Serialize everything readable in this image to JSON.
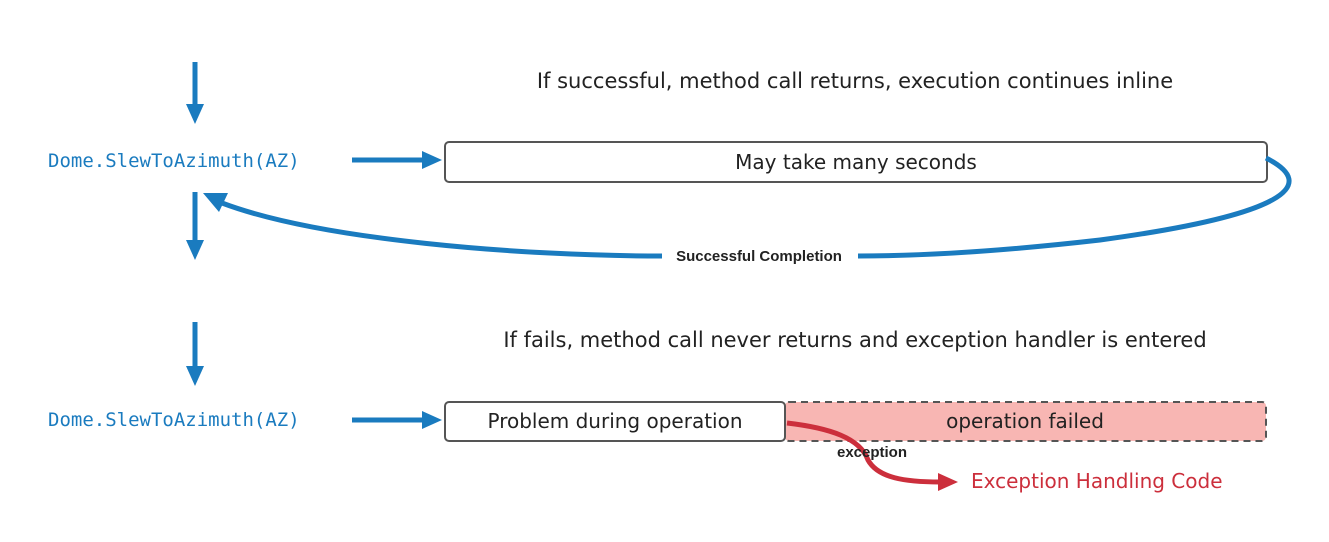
{
  "colors": {
    "flow_blue": "#1a7bbf",
    "error_red": "#cc2f3c",
    "failed_fill": "#f8b6b3",
    "box_stroke": "#555555"
  },
  "top": {
    "caption": "If successful, method call returns, execution continues inline",
    "call": "Dome.SlewToAzimuth(AZ)",
    "box_label": "May take many seconds",
    "return_label": "Successful Completion"
  },
  "bottom": {
    "caption": "If fails, method call never returns and exception handler is entered",
    "call": "Dome.SlewToAzimuth(AZ)",
    "problem_label": "Problem during operation",
    "failed_label": "operation failed",
    "exception_label": "exception",
    "handler_label": "Exception Handling Code"
  }
}
